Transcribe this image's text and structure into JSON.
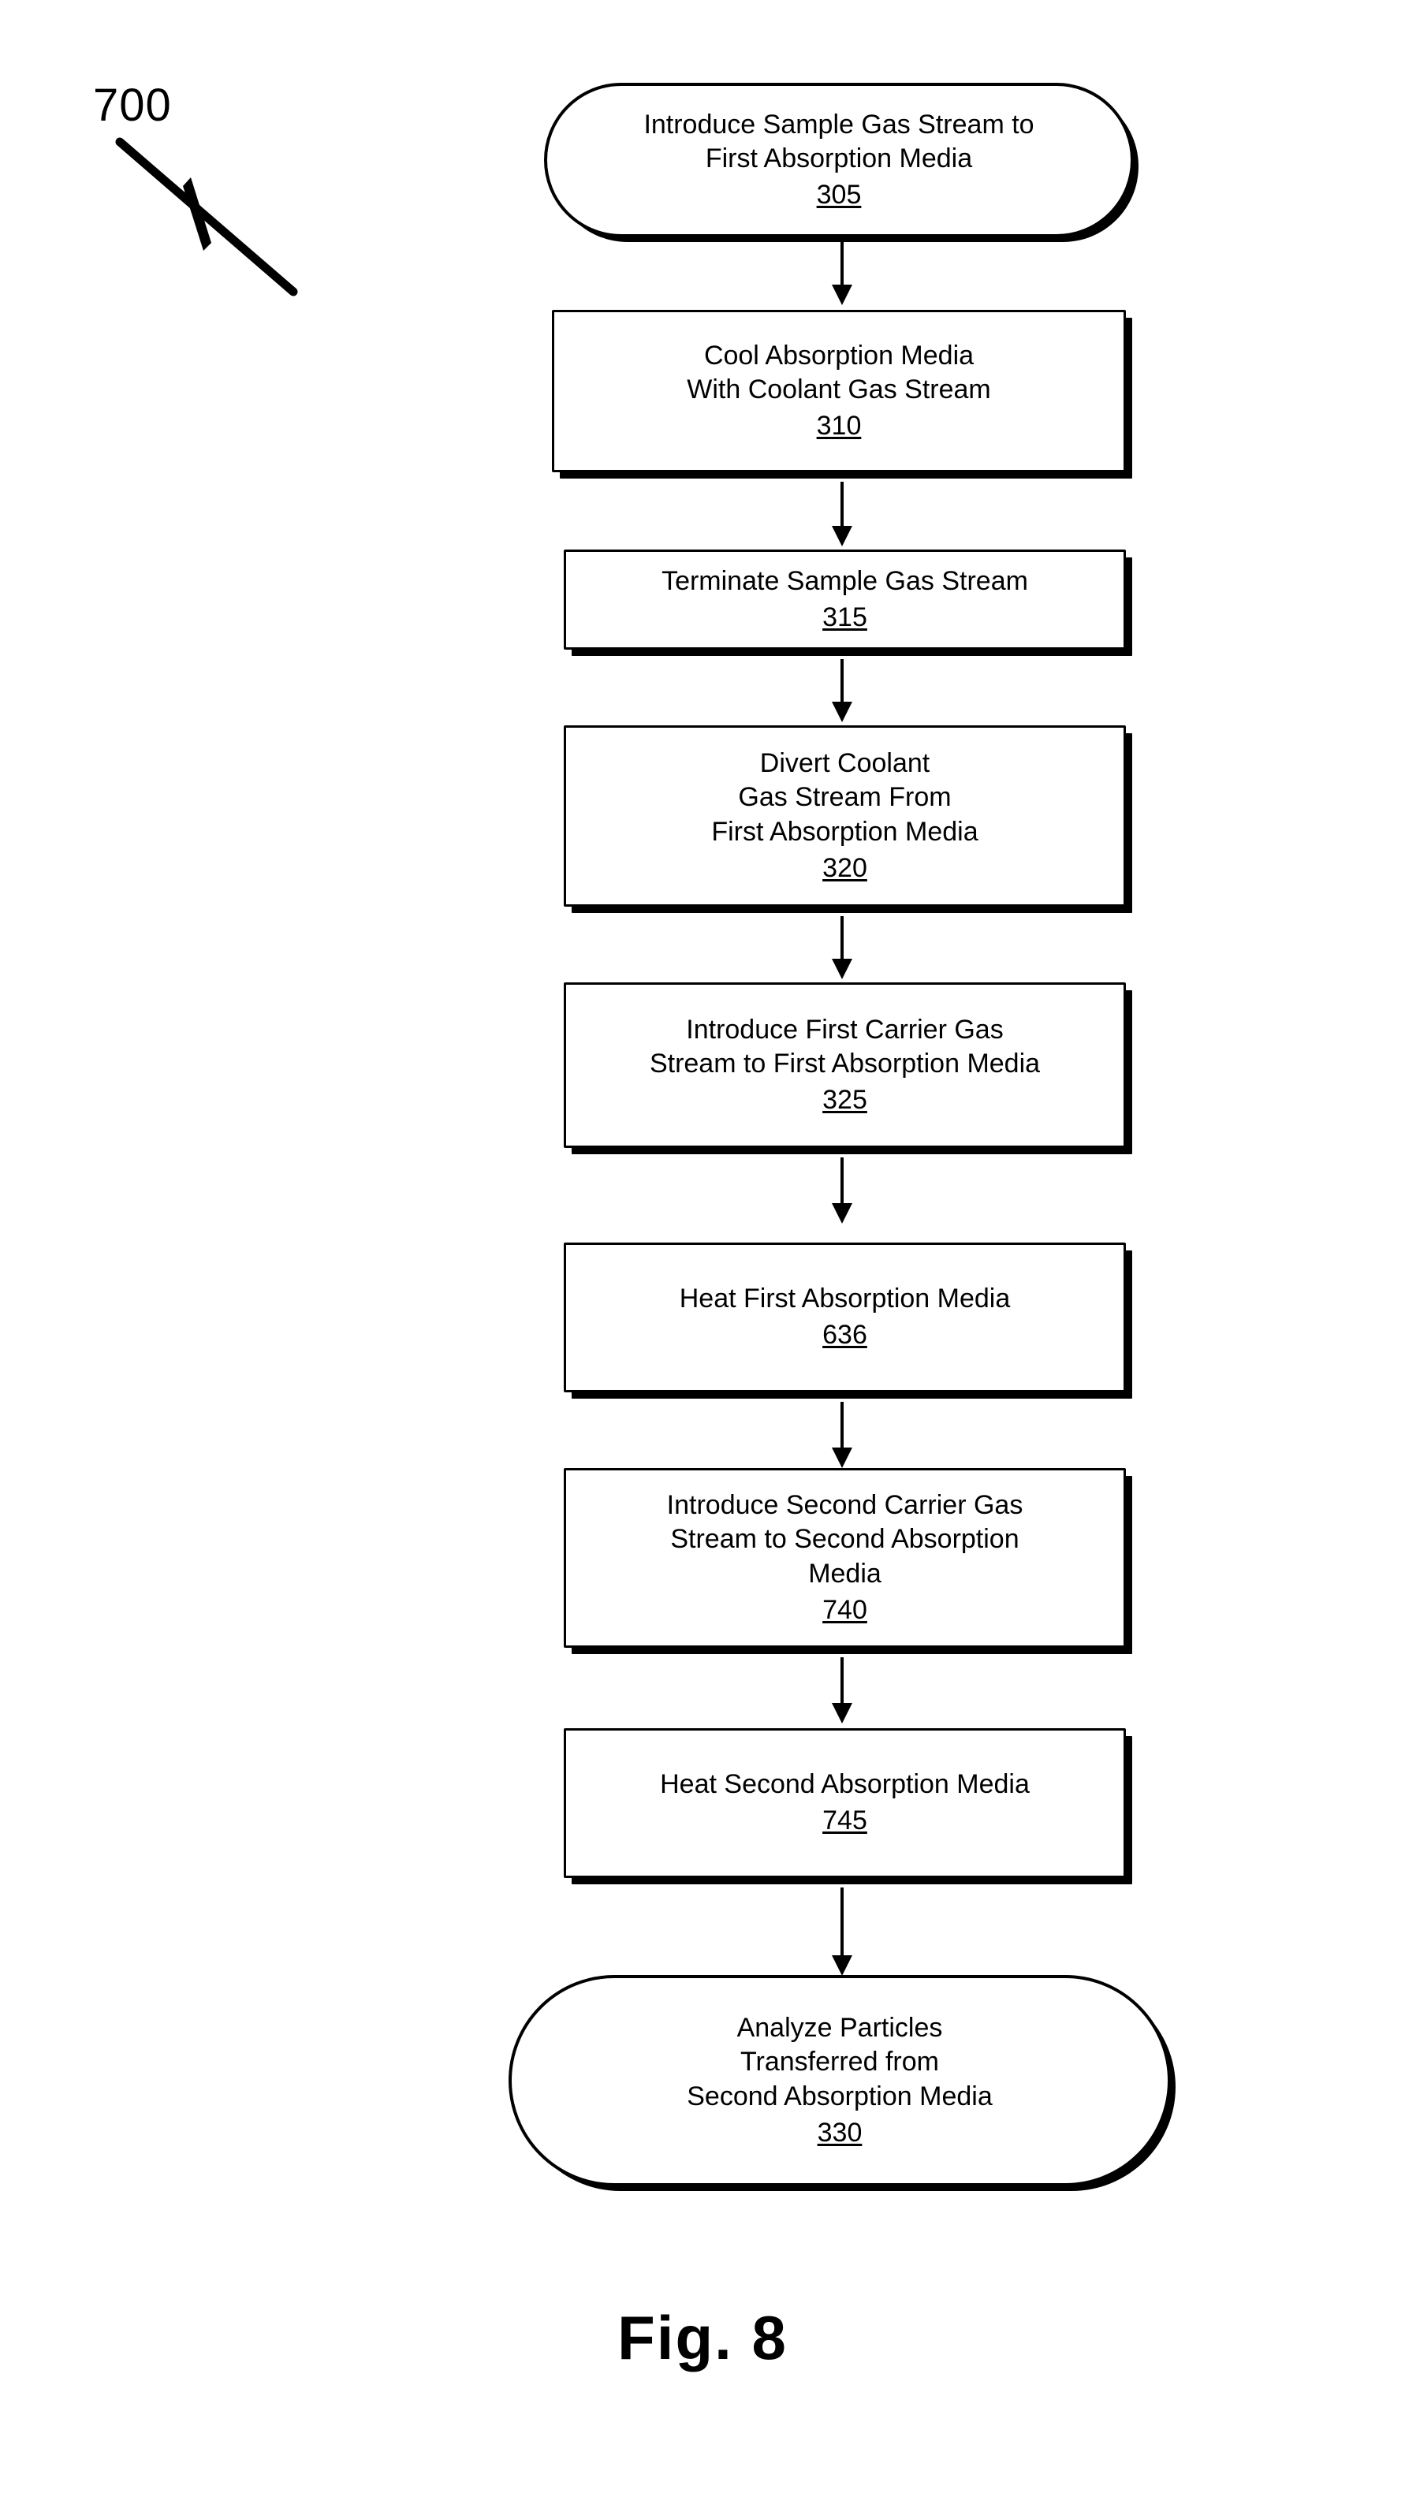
{
  "figure": {
    "caption": "Fig. 8",
    "reference_numeral": "700"
  },
  "chart_data": {
    "type": "diagram",
    "subtype": "flowchart",
    "title": "Fig. 8",
    "figure_reference": "700",
    "orientation": "vertical top-to-bottom",
    "node_count": 9,
    "connector_count": 8,
    "nodes": [
      {
        "id": "n305",
        "shape": "stadium",
        "text": "Introduce Sample Gas Stream to\nFirst Absorption Media",
        "ref": "305"
      },
      {
        "id": "n310",
        "shape": "rectangle",
        "text": "Cool Absorption Media\nWith Coolant Gas Stream",
        "ref": "310"
      },
      {
        "id": "n315",
        "shape": "rectangle",
        "text": "Terminate Sample Gas Stream",
        "ref": "315"
      },
      {
        "id": "n320",
        "shape": "rectangle",
        "text": "Divert Coolant\nGas Stream From\nFirst Absorption Media",
        "ref": "320"
      },
      {
        "id": "n325",
        "shape": "rectangle",
        "text": "Introduce First Carrier Gas\nStream to First Absorption Media",
        "ref": "325"
      },
      {
        "id": "n636",
        "shape": "rectangle",
        "text": "Heat First Absorption Media",
        "ref": "636"
      },
      {
        "id": "n740",
        "shape": "rectangle",
        "text": "Introduce Second Carrier Gas\nStream to Second Absorption\nMedia",
        "ref": "740"
      },
      {
        "id": "n745",
        "shape": "rectangle",
        "text": "Heat Second Absorption Media",
        "ref": "745"
      },
      {
        "id": "n330",
        "shape": "stadium",
        "text": "Analyze Particles\nTransferred from\nSecond Absorption Media",
        "ref": "330"
      }
    ],
    "edges": [
      {
        "from": "n305",
        "to": "n310",
        "style": "solid-arrow"
      },
      {
        "from": "n310",
        "to": "n315",
        "style": "solid-arrow"
      },
      {
        "from": "n315",
        "to": "n320",
        "style": "solid-arrow"
      },
      {
        "from": "n320",
        "to": "n325",
        "style": "solid-arrow"
      },
      {
        "from": "n325",
        "to": "n636",
        "style": "solid-arrow"
      },
      {
        "from": "n636",
        "to": "n740",
        "style": "solid-arrow"
      },
      {
        "from": "n740",
        "to": "n745",
        "style": "solid-arrow"
      },
      {
        "from": "n745",
        "to": "n330",
        "style": "solid-arrow"
      }
    ],
    "colors": {
      "stroke": "#000000",
      "fill": "#ffffff",
      "text": "#000000"
    }
  }
}
